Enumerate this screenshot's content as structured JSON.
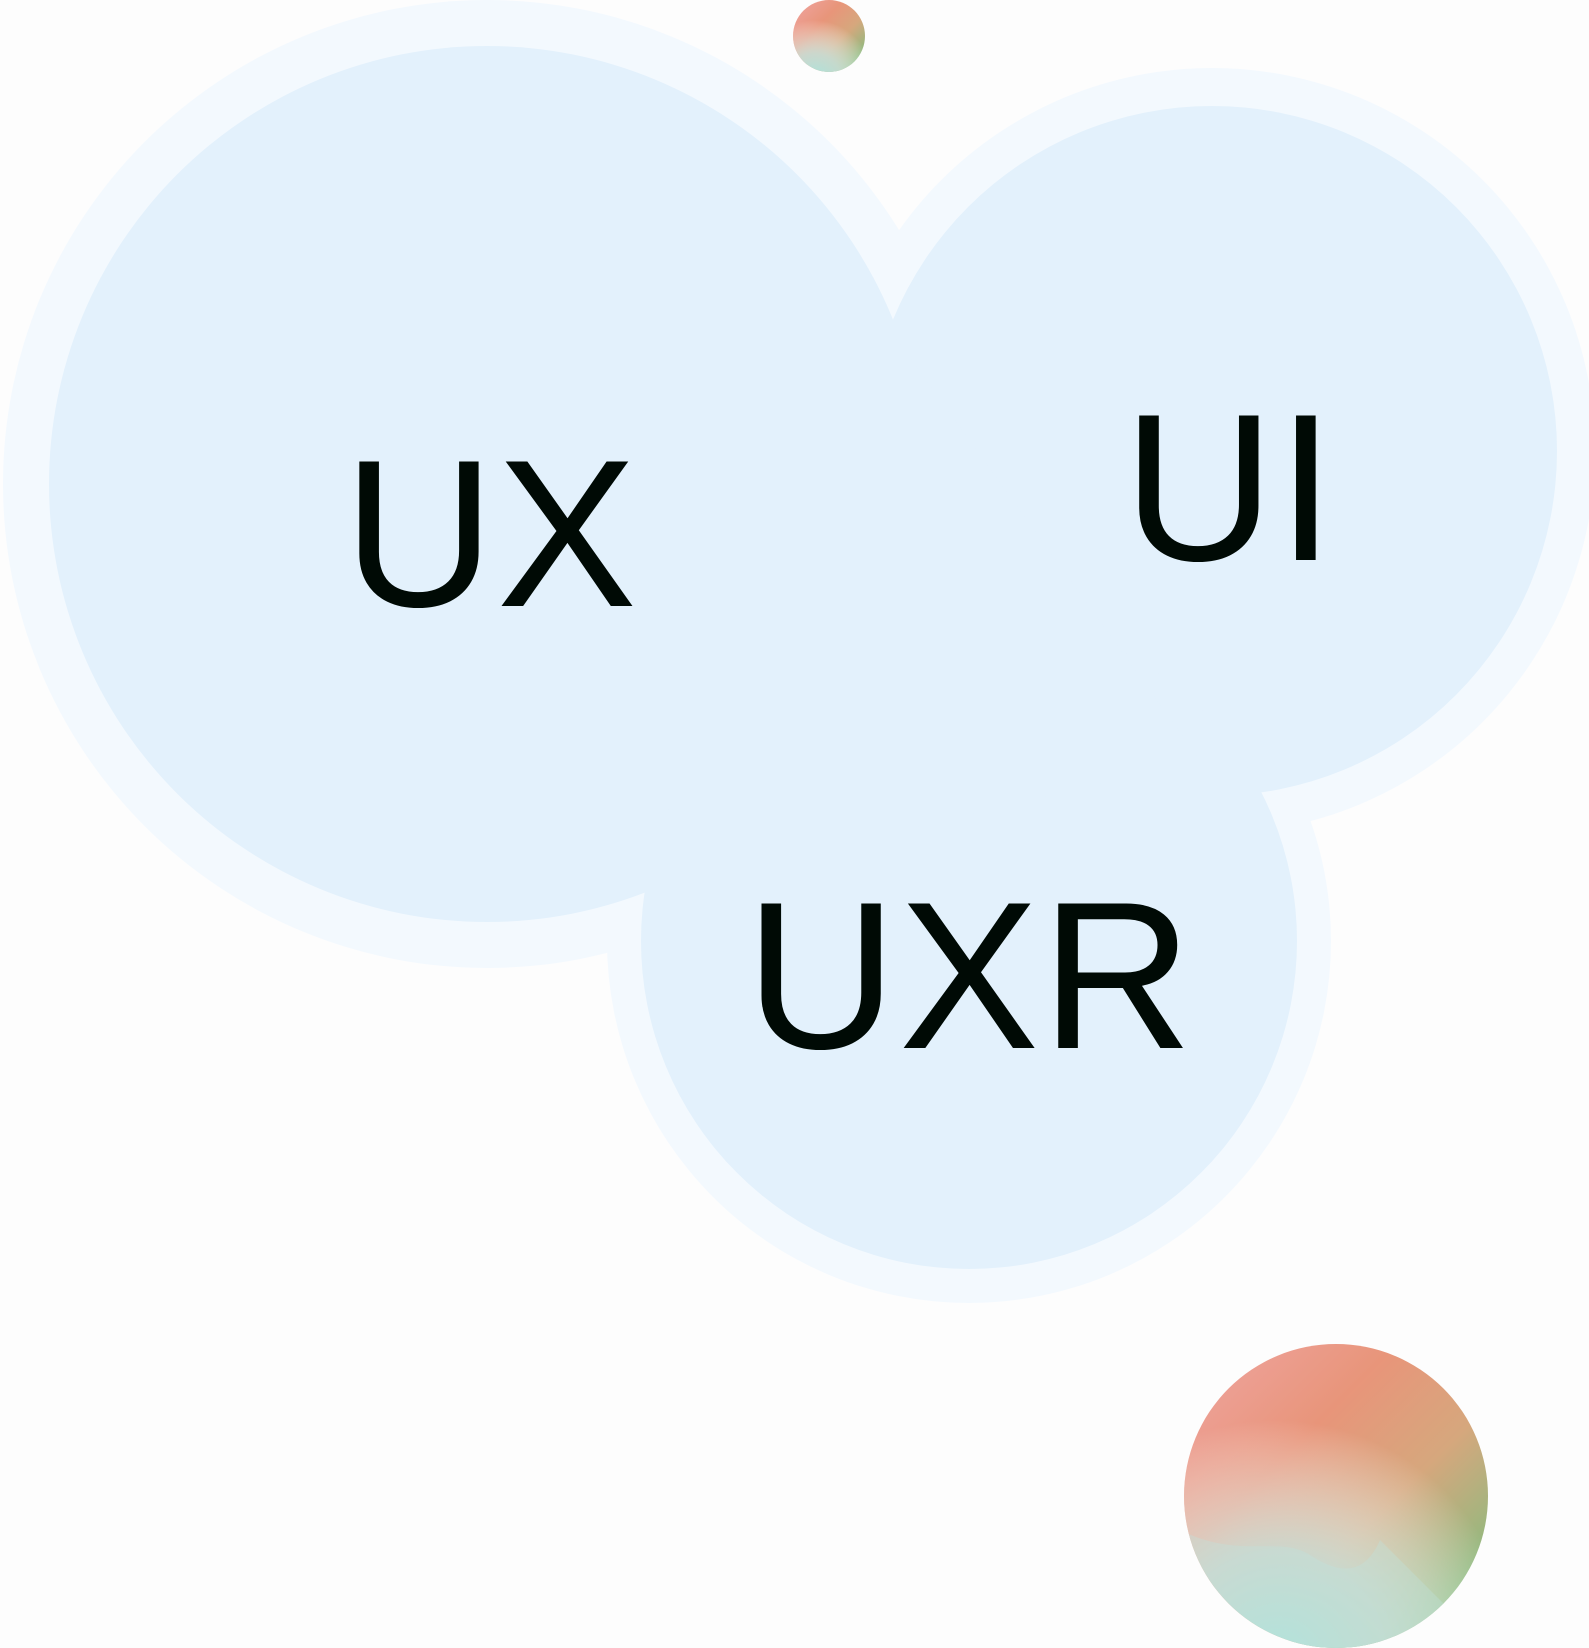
{
  "diagram": {
    "type": "overlapping-circles",
    "circles": [
      {
        "id": "ux",
        "label": "UX"
      },
      {
        "id": "ui",
        "label": "UI"
      },
      {
        "id": "uxr",
        "label": "UXR"
      }
    ],
    "decorations": [
      {
        "id": "small-gradient-orb",
        "kind": "gradient-orb"
      },
      {
        "id": "large-gradient-orb",
        "kind": "gradient-orb"
      }
    ]
  },
  "colors": {
    "background": "#fdfdfd",
    "circle_fill": "#e3f1fc",
    "circle_halo": "#f3f9fe",
    "text": "#000a05",
    "orb_gradient": [
      "#e8957a",
      "#dca061",
      "#8fba7f",
      "#a9ddd6",
      "#f0a5a3"
    ]
  }
}
